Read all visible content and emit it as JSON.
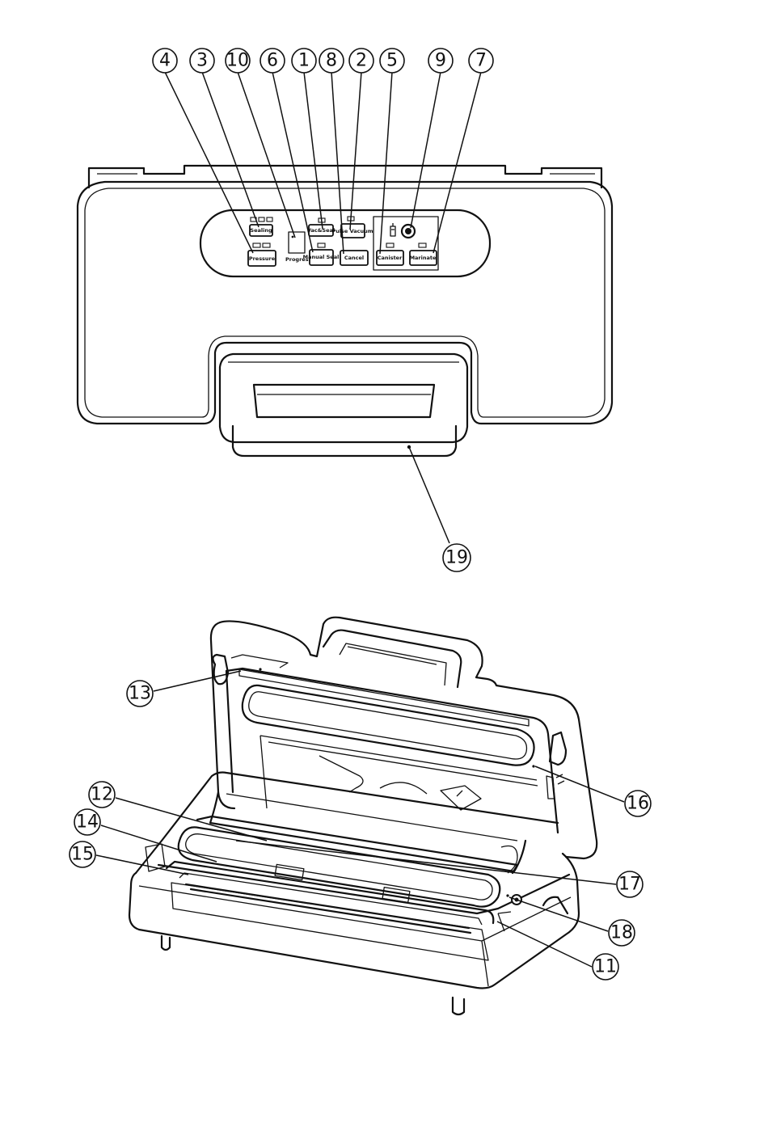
{
  "callouts": {
    "c1": "1",
    "c2": "2",
    "c3": "3",
    "c4": "4",
    "c5": "5",
    "c6": "6",
    "c7": "7",
    "c8": "8",
    "c9": "9",
    "c10": "10",
    "c11": "11",
    "c12": "12",
    "c13": "13",
    "c14": "14",
    "c15": "15",
    "c16": "16",
    "c17": "17",
    "c18": "18",
    "c19": "19"
  },
  "panel": {
    "sealing": "Sealing",
    "pressure": "Pressure",
    "progress": "Progress",
    "vac_seal": "Vac&Seal",
    "manual_seal": "Manual Seal",
    "pulse_vacuum": "Pulse Vacuum",
    "cancel": "Cancel",
    "canister": "Canister",
    "marinate": "Marinate"
  }
}
